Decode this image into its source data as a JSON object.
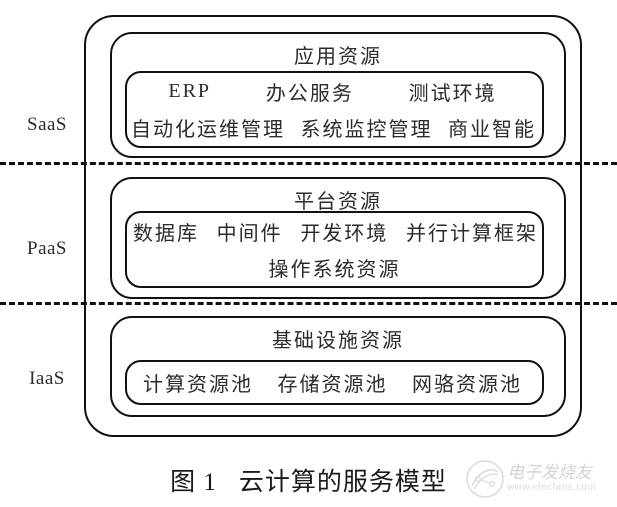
{
  "figure": {
    "caption_number": "图 1",
    "caption_title": "云计算的服务模型"
  },
  "tiers": [
    {
      "label": "SaaS",
      "title": "应用资源",
      "rows": [
        [
          "ERP",
          "办公服务",
          "测试环境"
        ],
        [
          "自动化运维管理",
          "系统监控管理",
          "商业智能"
        ]
      ]
    },
    {
      "label": "PaaS",
      "title": "平台资源",
      "rows": [
        [
          "数据库",
          "中间件",
          "开发环境",
          "并行计算框架"
        ],
        [
          "操作系统资源"
        ]
      ]
    },
    {
      "label": "IaaS",
      "title": "基础设施资源",
      "rows": [
        [
          "计算资源池",
          "存储资源池",
          "网骆资源池"
        ]
      ]
    }
  ],
  "watermark": {
    "brand": "电子发烧友",
    "url": "www.elecfans.com"
  },
  "colors": {
    "stroke": "#111111",
    "text": "#2b2b2b",
    "background": "#ffffff",
    "watermark": "#8a8a8a"
  }
}
